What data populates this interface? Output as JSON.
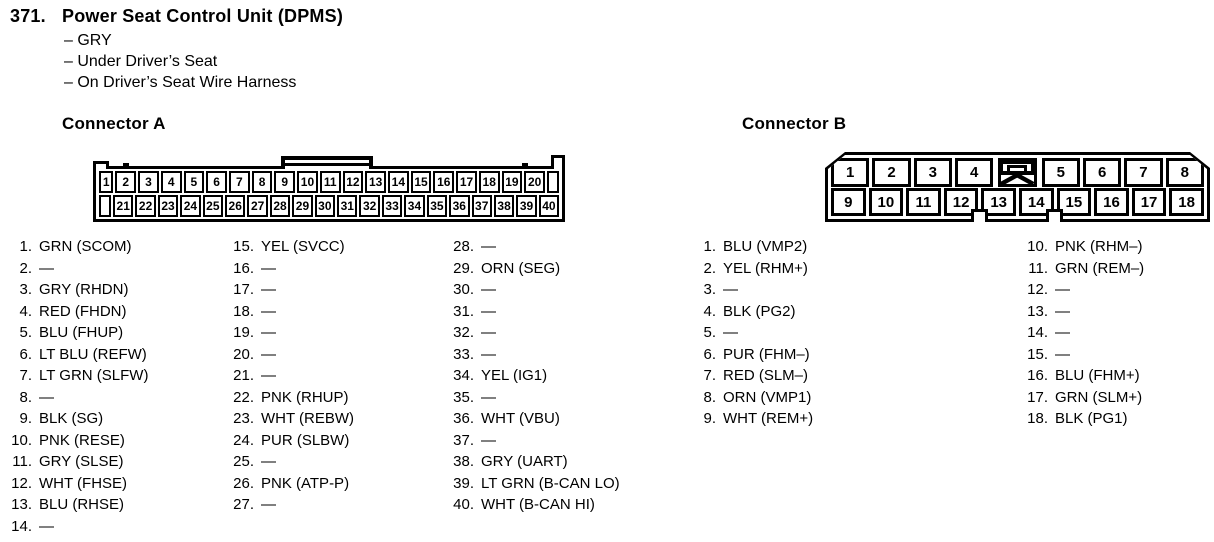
{
  "colors": {
    "ink": "#000000",
    "paper": "#ffffff"
  },
  "header": {
    "number": "371.",
    "title": "Power Seat Control Unit (DPMS)",
    "details": [
      "– GRY",
      "– Under Driver’s Seat",
      "– On Driver’s Seat Wire Harness"
    ]
  },
  "connector_a": {
    "heading": "Connector A",
    "top_pins": [
      "1",
      "2",
      "3",
      "4",
      "5",
      "6",
      "7",
      "8",
      "9",
      "10",
      "11",
      "12",
      "13",
      "14",
      "15",
      "16",
      "17",
      "18",
      "19",
      "20"
    ],
    "bottom_pins": [
      "21",
      "22",
      "23",
      "24",
      "25",
      "26",
      "27",
      "28",
      "29",
      "30",
      "31",
      "32",
      "33",
      "34",
      "35",
      "36",
      "37",
      "38",
      "39",
      "40"
    ],
    "col1": [
      {
        "n": "1.",
        "t": "GRN (SCOM)"
      },
      {
        "n": "2.",
        "t": "—"
      },
      {
        "n": "3.",
        "t": "GRY (RHDN)"
      },
      {
        "n": "4.",
        "t": "RED (FHDN)"
      },
      {
        "n": "5.",
        "t": "BLU (FHUP)"
      },
      {
        "n": "6.",
        "t": "LT BLU (REFW)"
      },
      {
        "n": "7.",
        "t": "LT GRN (SLFW)"
      },
      {
        "n": "8.",
        "t": "—"
      },
      {
        "n": "9.",
        "t": "BLK (SG)"
      },
      {
        "n": "10.",
        "t": "PNK (RESE)"
      },
      {
        "n": "11.",
        "t": "GRY (SLSE)"
      },
      {
        "n": "12.",
        "t": "WHT (FHSE)"
      },
      {
        "n": "13.",
        "t": "BLU (RHSE)"
      },
      {
        "n": "14.",
        "t": "—"
      }
    ],
    "col2": [
      {
        "n": "15.",
        "t": "YEL (SVCC)"
      },
      {
        "n": "16.",
        "t": "—"
      },
      {
        "n": "17.",
        "t": "—"
      },
      {
        "n": "18.",
        "t": "—"
      },
      {
        "n": "19.",
        "t": "—"
      },
      {
        "n": "20.",
        "t": "—"
      },
      {
        "n": "21.",
        "t": "—"
      },
      {
        "n": "22.",
        "t": "PNK (RHUP)"
      },
      {
        "n": "23.",
        "t": "WHT (REBW)"
      },
      {
        "n": "24.",
        "t": "PUR (SLBW)"
      },
      {
        "n": "25.",
        "t": "—"
      },
      {
        "n": "26.",
        "t": "PNK (ATP-P)"
      },
      {
        "n": "27.",
        "t": "—"
      }
    ],
    "col3": [
      {
        "n": "28.",
        "t": "—"
      },
      {
        "n": "29.",
        "t": "ORN (SEG)"
      },
      {
        "n": "30.",
        "t": "—"
      },
      {
        "n": "31.",
        "t": "—"
      },
      {
        "n": "32.",
        "t": "—"
      },
      {
        "n": "33.",
        "t": "—"
      },
      {
        "n": "34.",
        "t": "YEL (IG1)"
      },
      {
        "n": "35.",
        "t": "—"
      },
      {
        "n": "36.",
        "t": "WHT (VBU)"
      },
      {
        "n": "37.",
        "t": "—"
      },
      {
        "n": "38.",
        "t": "GRY (UART)"
      },
      {
        "n": "39.",
        "t": "LT GRN (B-CAN LO)"
      },
      {
        "n": "40.",
        "t": "WHT (B-CAN HI)"
      }
    ]
  },
  "connector_b": {
    "heading": "Connector B",
    "top_pins_left": [
      "1",
      "2",
      "3",
      "4"
    ],
    "top_pins_right": [
      "5",
      "6",
      "7",
      "8"
    ],
    "bottom_pins": [
      "9",
      "10",
      "11",
      "12",
      "13",
      "14",
      "15",
      "16",
      "17",
      "18"
    ],
    "col1": [
      {
        "n": "1.",
        "t": "BLU (VMP2)"
      },
      {
        "n": "2.",
        "t": "YEL (RHM+)"
      },
      {
        "n": "3.",
        "t": "—"
      },
      {
        "n": "4.",
        "t": "BLK (PG2)"
      },
      {
        "n": "5.",
        "t": "—"
      },
      {
        "n": "6.",
        "t": "PUR (FHM–)"
      },
      {
        "n": "7.",
        "t": "RED (SLM–)"
      },
      {
        "n": "8.",
        "t": "ORN (VMP1)"
      },
      {
        "n": "9.",
        "t": "WHT (REM+)"
      }
    ],
    "col2": [
      {
        "n": "10.",
        "t": "PNK (RHM–)"
      },
      {
        "n": "11.",
        "t": "GRN (REM–)"
      },
      {
        "n": "12.",
        "t": "—"
      },
      {
        "n": "13.",
        "t": "—"
      },
      {
        "n": "14.",
        "t": "—"
      },
      {
        "n": "15.",
        "t": "—"
      },
      {
        "n": "16.",
        "t": "BLU (FHM+)"
      },
      {
        "n": "17.",
        "t": "GRN (SLM+)"
      },
      {
        "n": "18.",
        "t": "BLK (PG1)"
      }
    ]
  }
}
